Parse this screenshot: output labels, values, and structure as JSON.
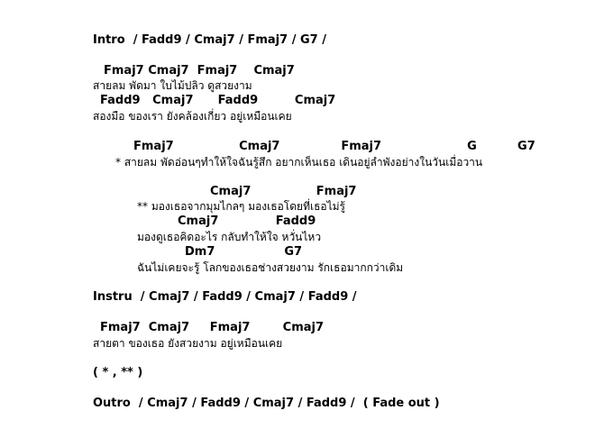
{
  "sheet": {
    "intro": "Intro  / Fadd9 / Cmaj7 / Fmaj7 / G7 /",
    "verse1": {
      "chords1": "Fmaj7 Cmaj7  Fmaj7    Cmaj7",
      "lyric1": "สายลม พัดมา ใบไม้ปลิว ดูสวยงาม",
      "chords2": "Fadd9   Cmaj7      Fadd9         Cmaj7",
      "lyric2": "สองมือ ของเรา ยังคล้องเกี่ยว อยู่เหมือนเคย"
    },
    "chorus1": {
      "chords": "Fmaj7                Cmaj7               Fmaj7                     G          G7",
      "lyric": "* สายลม พัดอ่อนๆทำให้ใจฉันรู้สึก อยากเห็นเธอ เดินอยู่ลำพังอย่างในวันเมื่อวาน"
    },
    "chorus2": {
      "chords1": "Cmaj7                Fmaj7",
      "lyric1": "** มองเธอจากมุมไกลๆ มองเธอโดยที่เธอไม่รู้",
      "chords2": "Cmaj7              Fadd9",
      "lyric2": "มองดูเธอคิดอะไร กลับทำให้ใจ หวั่นไหว",
      "chords3": "Dm7                 G7",
      "lyric3": "ฉันไม่เคยจะรู้ โลกของเธอช่างสวยงาม รักเธอมากกว่าเดิม"
    },
    "instru": "Instru  / Cmaj7 / Fadd9 / Cmaj7 / Fadd9 /",
    "verse2": {
      "chords": "Fmaj7  Cmaj7     Fmaj7        Cmaj7",
      "lyric": "สายตา ของเธอ ยังสวยงาม อยู่เหมือนเคย"
    },
    "repeat": "( * , ** )",
    "outro": "Outro  / Cmaj7 / Fadd9 / Cmaj7 / Fadd9 /  ( Fade out )"
  }
}
